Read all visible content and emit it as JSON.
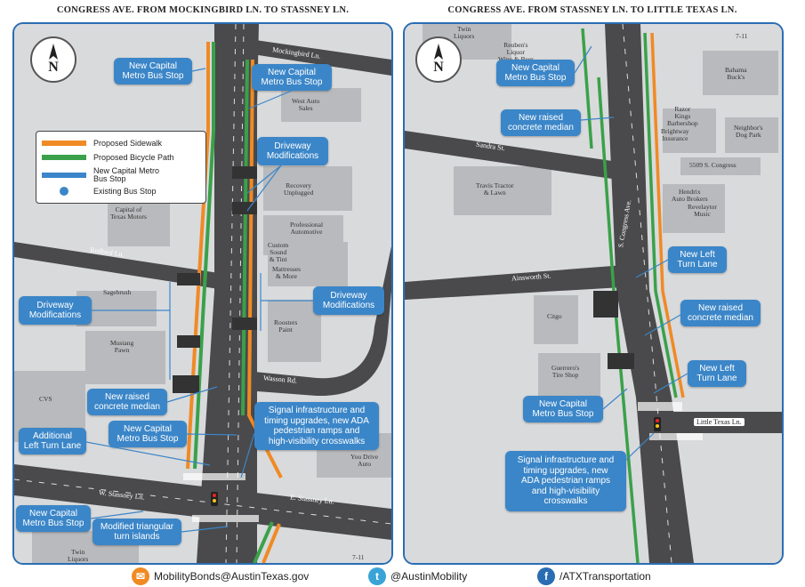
{
  "left_panel": {
    "title": "CONGRESS AVE. FROM MOCKINGBIRD LN. TO STASSNEY LN.",
    "compass_label": "N",
    "legend": [
      {
        "label": "Proposed Sidewalk",
        "color": "#f08a24"
      },
      {
        "label": "Proposed Bicycle Path",
        "color": "#3aa14a"
      },
      {
        "label": "New Capital Metro Bus Stop",
        "color": "#3b86c8"
      },
      {
        "label": "Existing Bus Stop",
        "color": "#3b86c8"
      }
    ],
    "streets": {
      "mockingbird": "Mockingbird Ln.",
      "redbird": "Redbird Ln.",
      "wasson": "Wasson Rd.",
      "w_stassney": "W. Stassney Ln.",
      "e_stassney": "E. Stassney Ln."
    },
    "places": {
      "west_auto": "West Auto\nSales",
      "recovery": "Recovery\nUnplugged",
      "capital_texas": "Capital of\nTexas Motors",
      "professional": "Professional\nAutomotive",
      "custom_sound": "Custom\nSound\n& Tint",
      "mattresses": "Mattresses\n& More",
      "sagebrush": "Sagebrush",
      "mustang": "Mustang\nPawn",
      "roosters": "Roosters\nPaint",
      "cvs": "CVS",
      "you_drive": "You Drive\nAuto",
      "twin_liquors": "Twin\nLiquors",
      "seven_eleven": "7-11"
    },
    "callouts": {
      "bus_stop_1": "New Capital\nMetro Bus Stop",
      "bus_stop_2": "New Capital\nMetro Bus Stop",
      "driveway_1": "Driveway\nModifications",
      "driveway_2": "Driveway\nModifications",
      "driveway_3": "Driveway\nModifications",
      "raised_median": "New raised\nconcrete median",
      "bus_stop_3": "New Capital\nMetro Bus Stop",
      "signal": "Signal infrastructure and\ntiming upgrades, new ADA\npedestrian ramps and\nhigh-visibility crosswalks",
      "left_turn": "Additional\nLeft Turn Lane",
      "bus_stop_4": "New Capital\nMetro Bus Stop",
      "islands": "Modified triangular\nturn islands"
    }
  },
  "right_panel": {
    "title": "CONGRESS AVE. FROM STASSNEY LN. TO LITTLE TEXAS LN.",
    "compass_label": "N",
    "streets": {
      "sandra": "Sandra St.",
      "ainsworth": "Ainsworth St.",
      "congress": "S. Congress Ave.",
      "little_texas": "Little Texas Ln."
    },
    "places": {
      "twin_liquors": "Twin\nLiquors",
      "reubens": "Reuben's\nLiquor\nWine & Beer",
      "seven_eleven": "7-11",
      "bahama": "Bahama\nBuck's",
      "razor": "Razor\nKings\nBarbershop",
      "brightway": "Brightway\nInsurance",
      "neighbors": "Neighbor's\nDog Park",
      "s_congress_5509": "5509 S. Congress",
      "travis": "Travis Tractor\n& Lawn",
      "hendrix": "Hendrix\nAuto Brokers",
      "revelaytor": "Revelaytor\nMusic",
      "citgo": "Citgo",
      "guerreros": "Guerrero's\nTire Shop"
    },
    "callouts": {
      "bus_stop_1": "New Capital\nMetro Bus Stop",
      "raised_median_1": "New raised\nconcrete median",
      "left_turn_1": "New Left\nTurn Lane",
      "raised_median_2": "New raised\nconcrete median",
      "left_turn_2": "New Left\nTurn Lane",
      "bus_stop_2": "New Capital\nMetro Bus Stop",
      "signal": "Signal infrastructure and\ntiming upgrades, new\nADA pedestrian ramps\nand high-visibility\ncrosswalks"
    }
  },
  "footer": {
    "email": "MobilityBonds@AustinTexas.gov",
    "twitter": "@AustinMobility",
    "facebook": "/ATXTransportation"
  },
  "colors": {
    "road": "#4a4a4c",
    "sidewalk": "#f08a24",
    "bike": "#3aa14a",
    "callout": "#3b86c8",
    "building": "#b9babd"
  }
}
